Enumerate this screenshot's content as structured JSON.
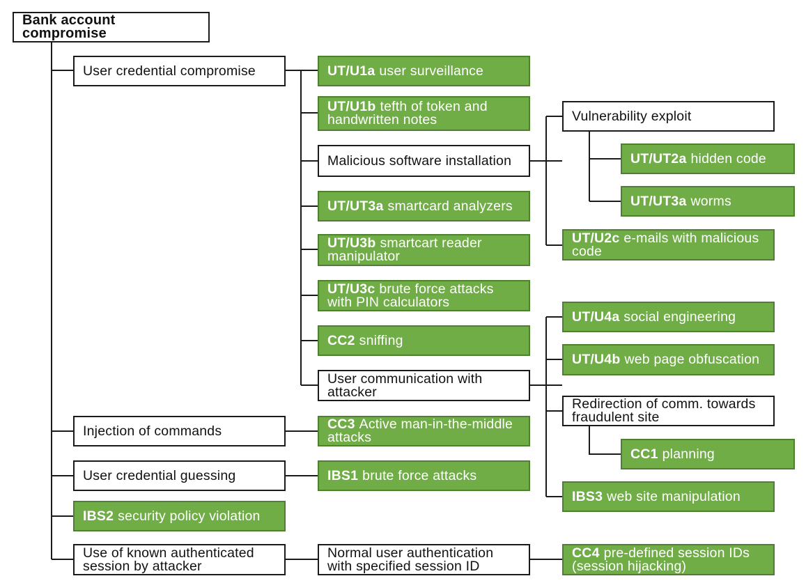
{
  "colors": {
    "green_fill": "#70ad47",
    "green_border": "#4f7f31",
    "line": "#1a1a1a"
  },
  "nodes": {
    "root": {
      "text": "Bank account compromise"
    },
    "user_credential_compromise": {
      "text": "User credential compromise"
    },
    "u1a": {
      "code": "UT/U1a",
      "text": "user surveillance"
    },
    "u1b": {
      "code": "UT/U1b",
      "text": "tefth of token and handwritten notes"
    },
    "malicious_software": {
      "text": "Malicious software installation"
    },
    "ut3a_smartcard": {
      "code": "UT/UT3a",
      "text": "smartcard analyzers"
    },
    "u3b": {
      "code": "UT/U3b",
      "text": "smartcart reader manipulator"
    },
    "u3c": {
      "code": "UT/U3c",
      "text": "brute force attacks with PIN calculators"
    },
    "cc2": {
      "code": "CC2",
      "text": "sniffing"
    },
    "user_comm": {
      "text": "User communication with attacker"
    },
    "vuln_exploit": {
      "text": "Vulnerability exploit"
    },
    "ut2a": {
      "code": "UT/UT2a",
      "text": "hidden code"
    },
    "ut3a_worms": {
      "code": "UT/UT3a",
      "text": "worms"
    },
    "u2c": {
      "code": "UT/U2c",
      "text": "e-mails with malicious code"
    },
    "u4a": {
      "code": "UT/U4a",
      "text": "social engineering"
    },
    "u4b": {
      "code": "UT/U4b",
      "text": "web page obfuscation"
    },
    "redirection": {
      "text": "Redirection of comm. towards fraudulent site"
    },
    "cc1": {
      "code": "CC1",
      "text": "planning"
    },
    "ibs3": {
      "code": "IBS3",
      "text": "web site manipulation"
    },
    "injection": {
      "text": "Injection of commands"
    },
    "cc3": {
      "code": "CC3",
      "text": "Active man-in-the-middle attacks"
    },
    "guessing": {
      "text": "User credential guessing"
    },
    "ibs1": {
      "code": "IBS1",
      "text": "brute force attacks"
    },
    "ibs2": {
      "code": "IBS2",
      "text": "security policy violation"
    },
    "known_session": {
      "text": "Use of known authenticated session by attacker"
    },
    "normal_auth": {
      "text": "Normal user authentication with specified session ID"
    },
    "cc4": {
      "code": "CC4",
      "text": "pre-defined session IDs (session hijacking)"
    }
  }
}
